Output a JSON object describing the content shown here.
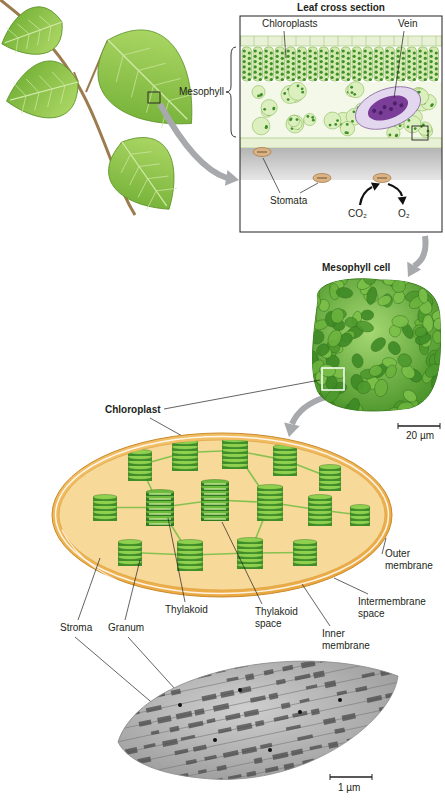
{
  "diagram": {
    "labels": [
      "Leaf cross section",
      "Chloroplasts",
      "Vein",
      "Mesophyll",
      "Stomata",
      "CO₂",
      "O₂",
      "Mesophyll cell",
      "20 µm",
      "Chloroplast",
      "Outer membrane",
      "Thylakoid",
      "Intermembrane space",
      "Stroma",
      "Granum",
      "Thylakoid space",
      "Inner membrane",
      "1 µm"
    ]
  }
}
